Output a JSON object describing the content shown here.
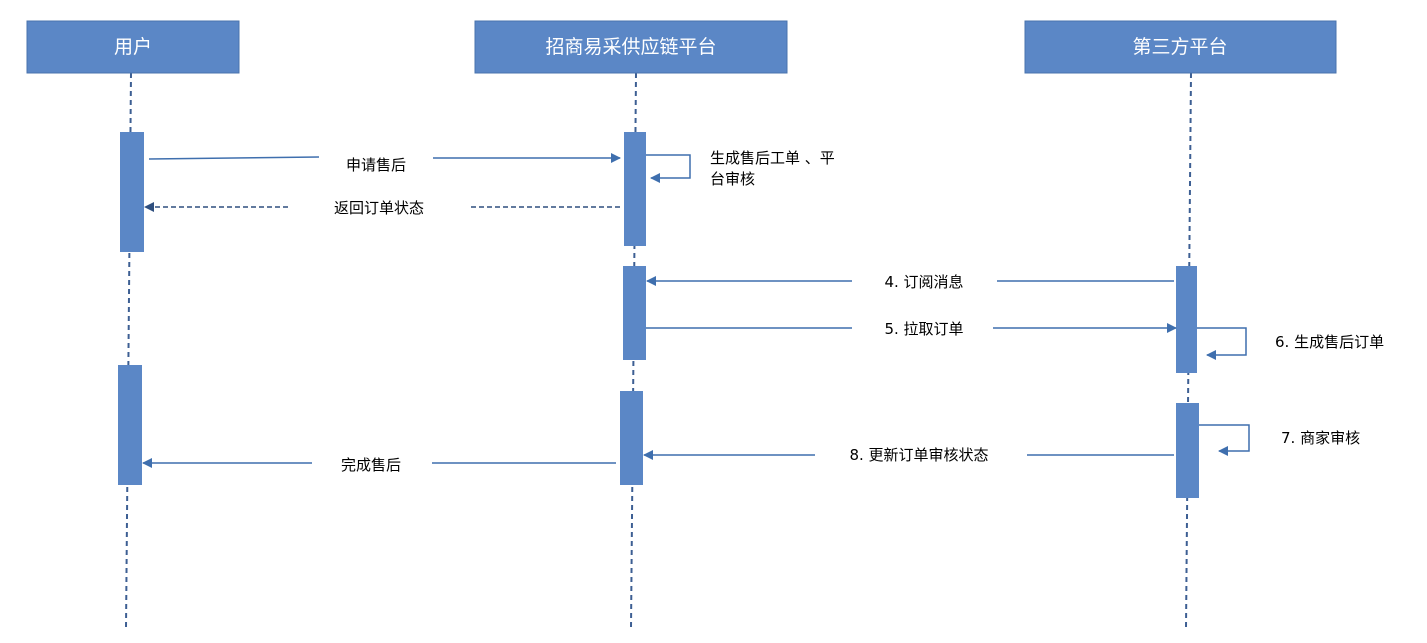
{
  "colors": {
    "actor_fill": "#5b87c6",
    "actor_stroke": "#4a73ad",
    "activation_fill": "#5b87c6",
    "lifeline": "#3d5f93",
    "arrow": "#3f6fae",
    "return_arrow": "#2f4f7f",
    "text": "#000000",
    "actor_text": "#ffffff"
  },
  "actors": [
    {
      "id": "user",
      "label": "用户"
    },
    {
      "id": "platform",
      "label": "招商易采供应链平台"
    },
    {
      "id": "third_party",
      "label": "第三方平台"
    }
  ],
  "messages": [
    {
      "label": "申请售后",
      "from": "user",
      "to": "platform",
      "style": "solid"
    },
    {
      "label_lines": [
        "生成售后工单 、平",
        "台审核"
      ],
      "from": "platform",
      "to": "platform",
      "style": "self"
    },
    {
      "label": "返回订单状态",
      "from": "platform",
      "to": "user",
      "style": "dashed"
    },
    {
      "label": "4. 订阅消息",
      "from": "third_party",
      "to": "platform",
      "style": "solid"
    },
    {
      "label": "5. 拉取订单",
      "from": "platform",
      "to": "third_party",
      "style": "solid"
    },
    {
      "label": "6. 生成售后订单",
      "from": "third_party",
      "to": "third_party",
      "style": "self"
    },
    {
      "label": "7. 商家审核",
      "from": "third_party",
      "to": "third_party",
      "style": "self"
    },
    {
      "label": "8. 更新订单审核状态",
      "from": "third_party",
      "to": "platform",
      "style": "solid"
    },
    {
      "label": "完成售后",
      "from": "platform",
      "to": "user",
      "style": "solid"
    }
  ]
}
